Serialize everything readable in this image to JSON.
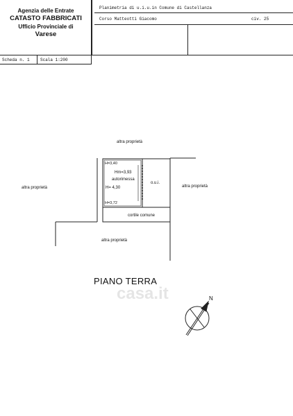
{
  "header": {
    "agency_line1": "Agenzia delle Entrate",
    "agency_line2": "CATASTO FABBRICATI",
    "agency_line3": "Ufficio Provinciale di",
    "agency_line4": "Varese",
    "planimetry": "Planimetria di u.i.u.in Comune di Castellanza",
    "address": "Corso Matteotti Giacomo",
    "civic": "civ. 25",
    "scheda": "Scheda n. 1",
    "scale": "Scala 1:200"
  },
  "plan": {
    "labels": {
      "top": "altra proprietà",
      "left": "altra proprietà",
      "right": "altra proprietà",
      "bottom": "altra proprietà",
      "courtyard": "cortile comune",
      "neighbor": "o.u.i.",
      "room_name": "autorimessa",
      "h_top": "H=3,40",
      "hm": "Hm=3,93",
      "h_mid": "H= 4,30",
      "h_bottom": "H=3,72"
    },
    "floor_title": "PIANO TERRA",
    "compass_letter": "N"
  },
  "watermark": "casa.it"
}
